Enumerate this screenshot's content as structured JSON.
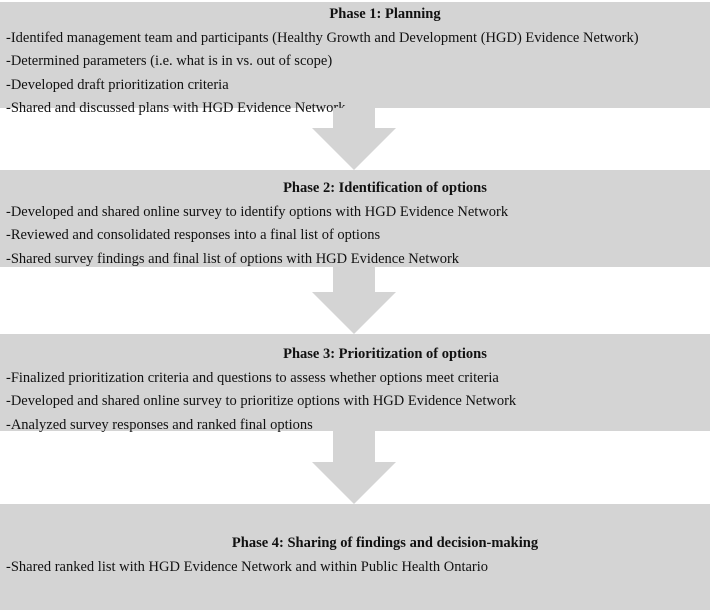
{
  "phases": [
    {
      "title": "Phase 1: Planning",
      "items": [
        "-Identifed management team and participants (Healthy Growth and Development (HGD) Evidence Network)",
        "-Determined parameters (i.e. what is in vs. out of scope)",
        "-Developed draft prioritization criteria",
        "-Shared and discussed plans with HGD Evidence Network"
      ]
    },
    {
      "title": "Phase 2: Identification of options",
      "items": [
        "-Developed and shared online survey to identify options with HGD Evidence Network",
        "-Reviewed and consolidated responses into a final list of options",
        "-Shared survey findings and final list of options with HGD Evidence Network"
      ]
    },
    {
      "title": "Phase 3: Prioritization of options",
      "items": [
        "-Finalized prioritization criteria and questions to assess whether options meet criteria",
        "-Developed and shared online survey to prioritize options with HGD Evidence Network",
        "-Analyzed survey responses and ranked final options"
      ]
    },
    {
      "title": "Phase 4: Sharing of findings and decision-making",
      "items": [
        "-Shared ranked list with HGD Evidence Network and within Public Health Ontario"
      ]
    }
  ],
  "colors": {
    "box_fill": "#d4d4d4",
    "arrow_fill": "#d4d4d4",
    "text": "#111111"
  }
}
